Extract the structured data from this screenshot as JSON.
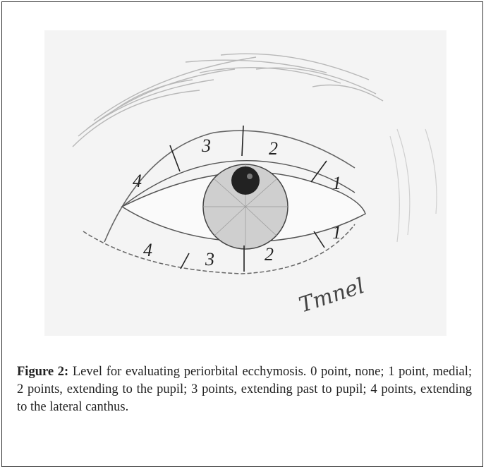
{
  "figure": {
    "image": {
      "upper_lid_segments": [
        "4",
        "3",
        "2",
        "1"
      ],
      "lower_lid_segments": [
        "4",
        "3",
        "2",
        "1"
      ],
      "signature": "Tmnel"
    },
    "caption_label": "Figure 2:",
    "caption_text": " Level for evaluating periorbital ecchymosis. 0 point, none; 1 point, medial; 2 points, extending to the pupil; 3 points, extending past to pupil; 4 points, extending to the lateral canthus."
  }
}
